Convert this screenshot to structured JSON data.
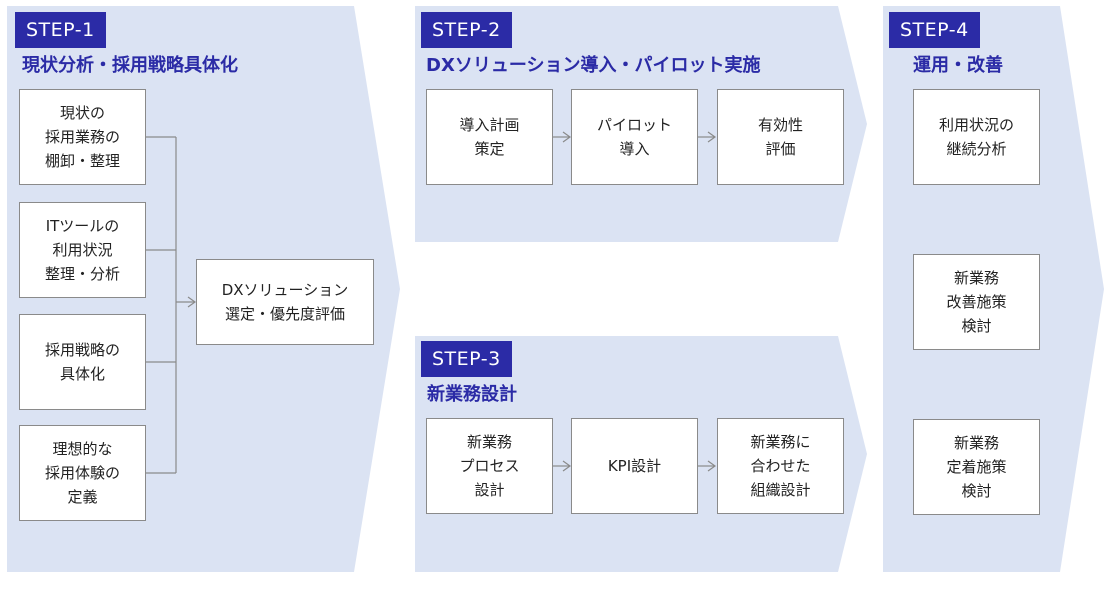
{
  "colors": {
    "panel": "#dbe3f3",
    "badge": "#2b2ba6",
    "title": "#2b2ba6",
    "box_border": "#8a8a8a",
    "connector": "#8a8a8a"
  },
  "step1": {
    "badge": "STEP-1",
    "title": "現状分析・採用戦略具体化",
    "items": [
      {
        "lines": [
          "現状の",
          "採用業務の",
          "棚卸・整理"
        ]
      },
      {
        "lines": [
          "ITツールの",
          "利用状況",
          "整理・分析"
        ]
      },
      {
        "lines": [
          "採用戦略の",
          "具体化"
        ]
      },
      {
        "lines": [
          "理想的な",
          "採用体験の",
          "定義"
        ]
      }
    ],
    "result": {
      "lines": [
        "DXソリューション",
        "選定・優先度評価"
      ]
    }
  },
  "step2": {
    "badge": "STEP-2",
    "title": "DXソリューション導入・パイロット実施",
    "items": [
      {
        "lines": [
          "導入計画",
          "策定"
        ]
      },
      {
        "lines": [
          "パイロット",
          "導入"
        ]
      },
      {
        "lines": [
          "有効性",
          "評価"
        ]
      }
    ]
  },
  "step3": {
    "badge": "STEP-3",
    "title": "新業務設計",
    "items": [
      {
        "lines": [
          "新業務",
          "プロセス",
          "設計"
        ]
      },
      {
        "lines": [
          "KPI設計"
        ]
      },
      {
        "lines": [
          "新業務に",
          "合わせた",
          "組織設計"
        ]
      }
    ]
  },
  "step4": {
    "badge": "STEP-4",
    "title": "運用・改善",
    "items": [
      {
        "lines": [
          "利用状況の",
          "継続分析"
        ]
      },
      {
        "lines": [
          "新業務",
          "改善施策",
          "検討"
        ]
      },
      {
        "lines": [
          "新業務",
          "定着施策",
          "検討"
        ]
      }
    ]
  }
}
